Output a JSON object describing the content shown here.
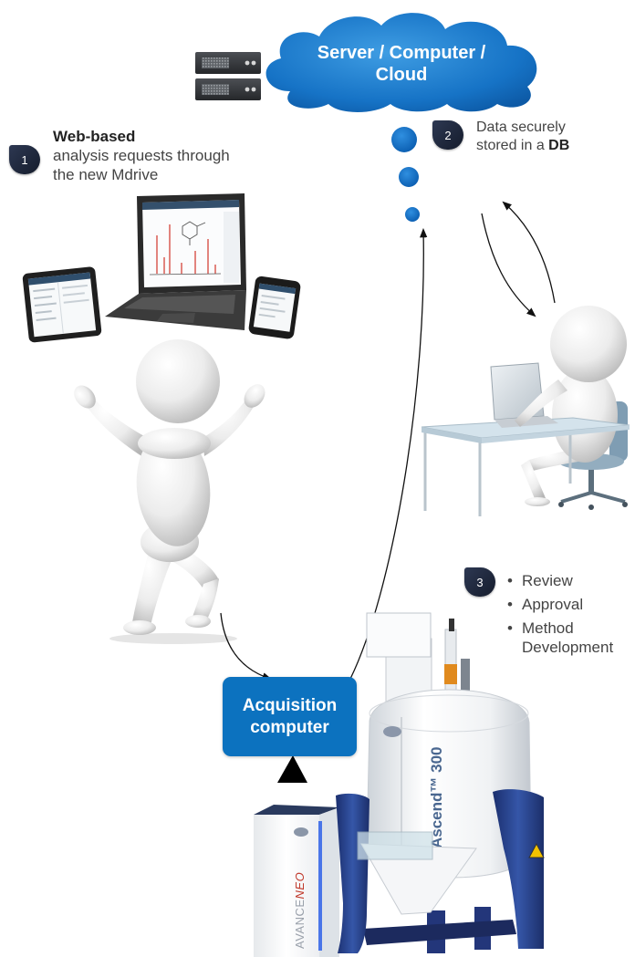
{
  "colors": {
    "brand_blue": "#0C72BF",
    "cloud_blue": "#1673C6",
    "badge_navy": "#1B2336",
    "dot_blue": "#0B6EC3",
    "arrow": "#111111",
    "instrument_blue": "#26408A"
  },
  "icons": {
    "server": "server-icon",
    "tablet": "tablet-icon",
    "laptop": "laptop-icon",
    "phone": "smartphone-icon",
    "warning": "warning-triangle-icon"
  },
  "cloud": {
    "label": "Server / Computer / Cloud"
  },
  "step1": {
    "number": "1",
    "title": "Web-based",
    "description": "analysis requests through the new Mdrive"
  },
  "step2": {
    "number": "2",
    "text_prefix": "Data securely stored in a ",
    "text_bold": "DB"
  },
  "step3": {
    "number": "3",
    "items": [
      "Review",
      "Approval",
      "Method Development"
    ]
  },
  "acquisition": {
    "label": "Acquisition computer"
  },
  "instrument": {
    "magnet_label": "Ascend™ 300",
    "console_label": "AVANCE",
    "console_label_suffix": "NEO"
  }
}
